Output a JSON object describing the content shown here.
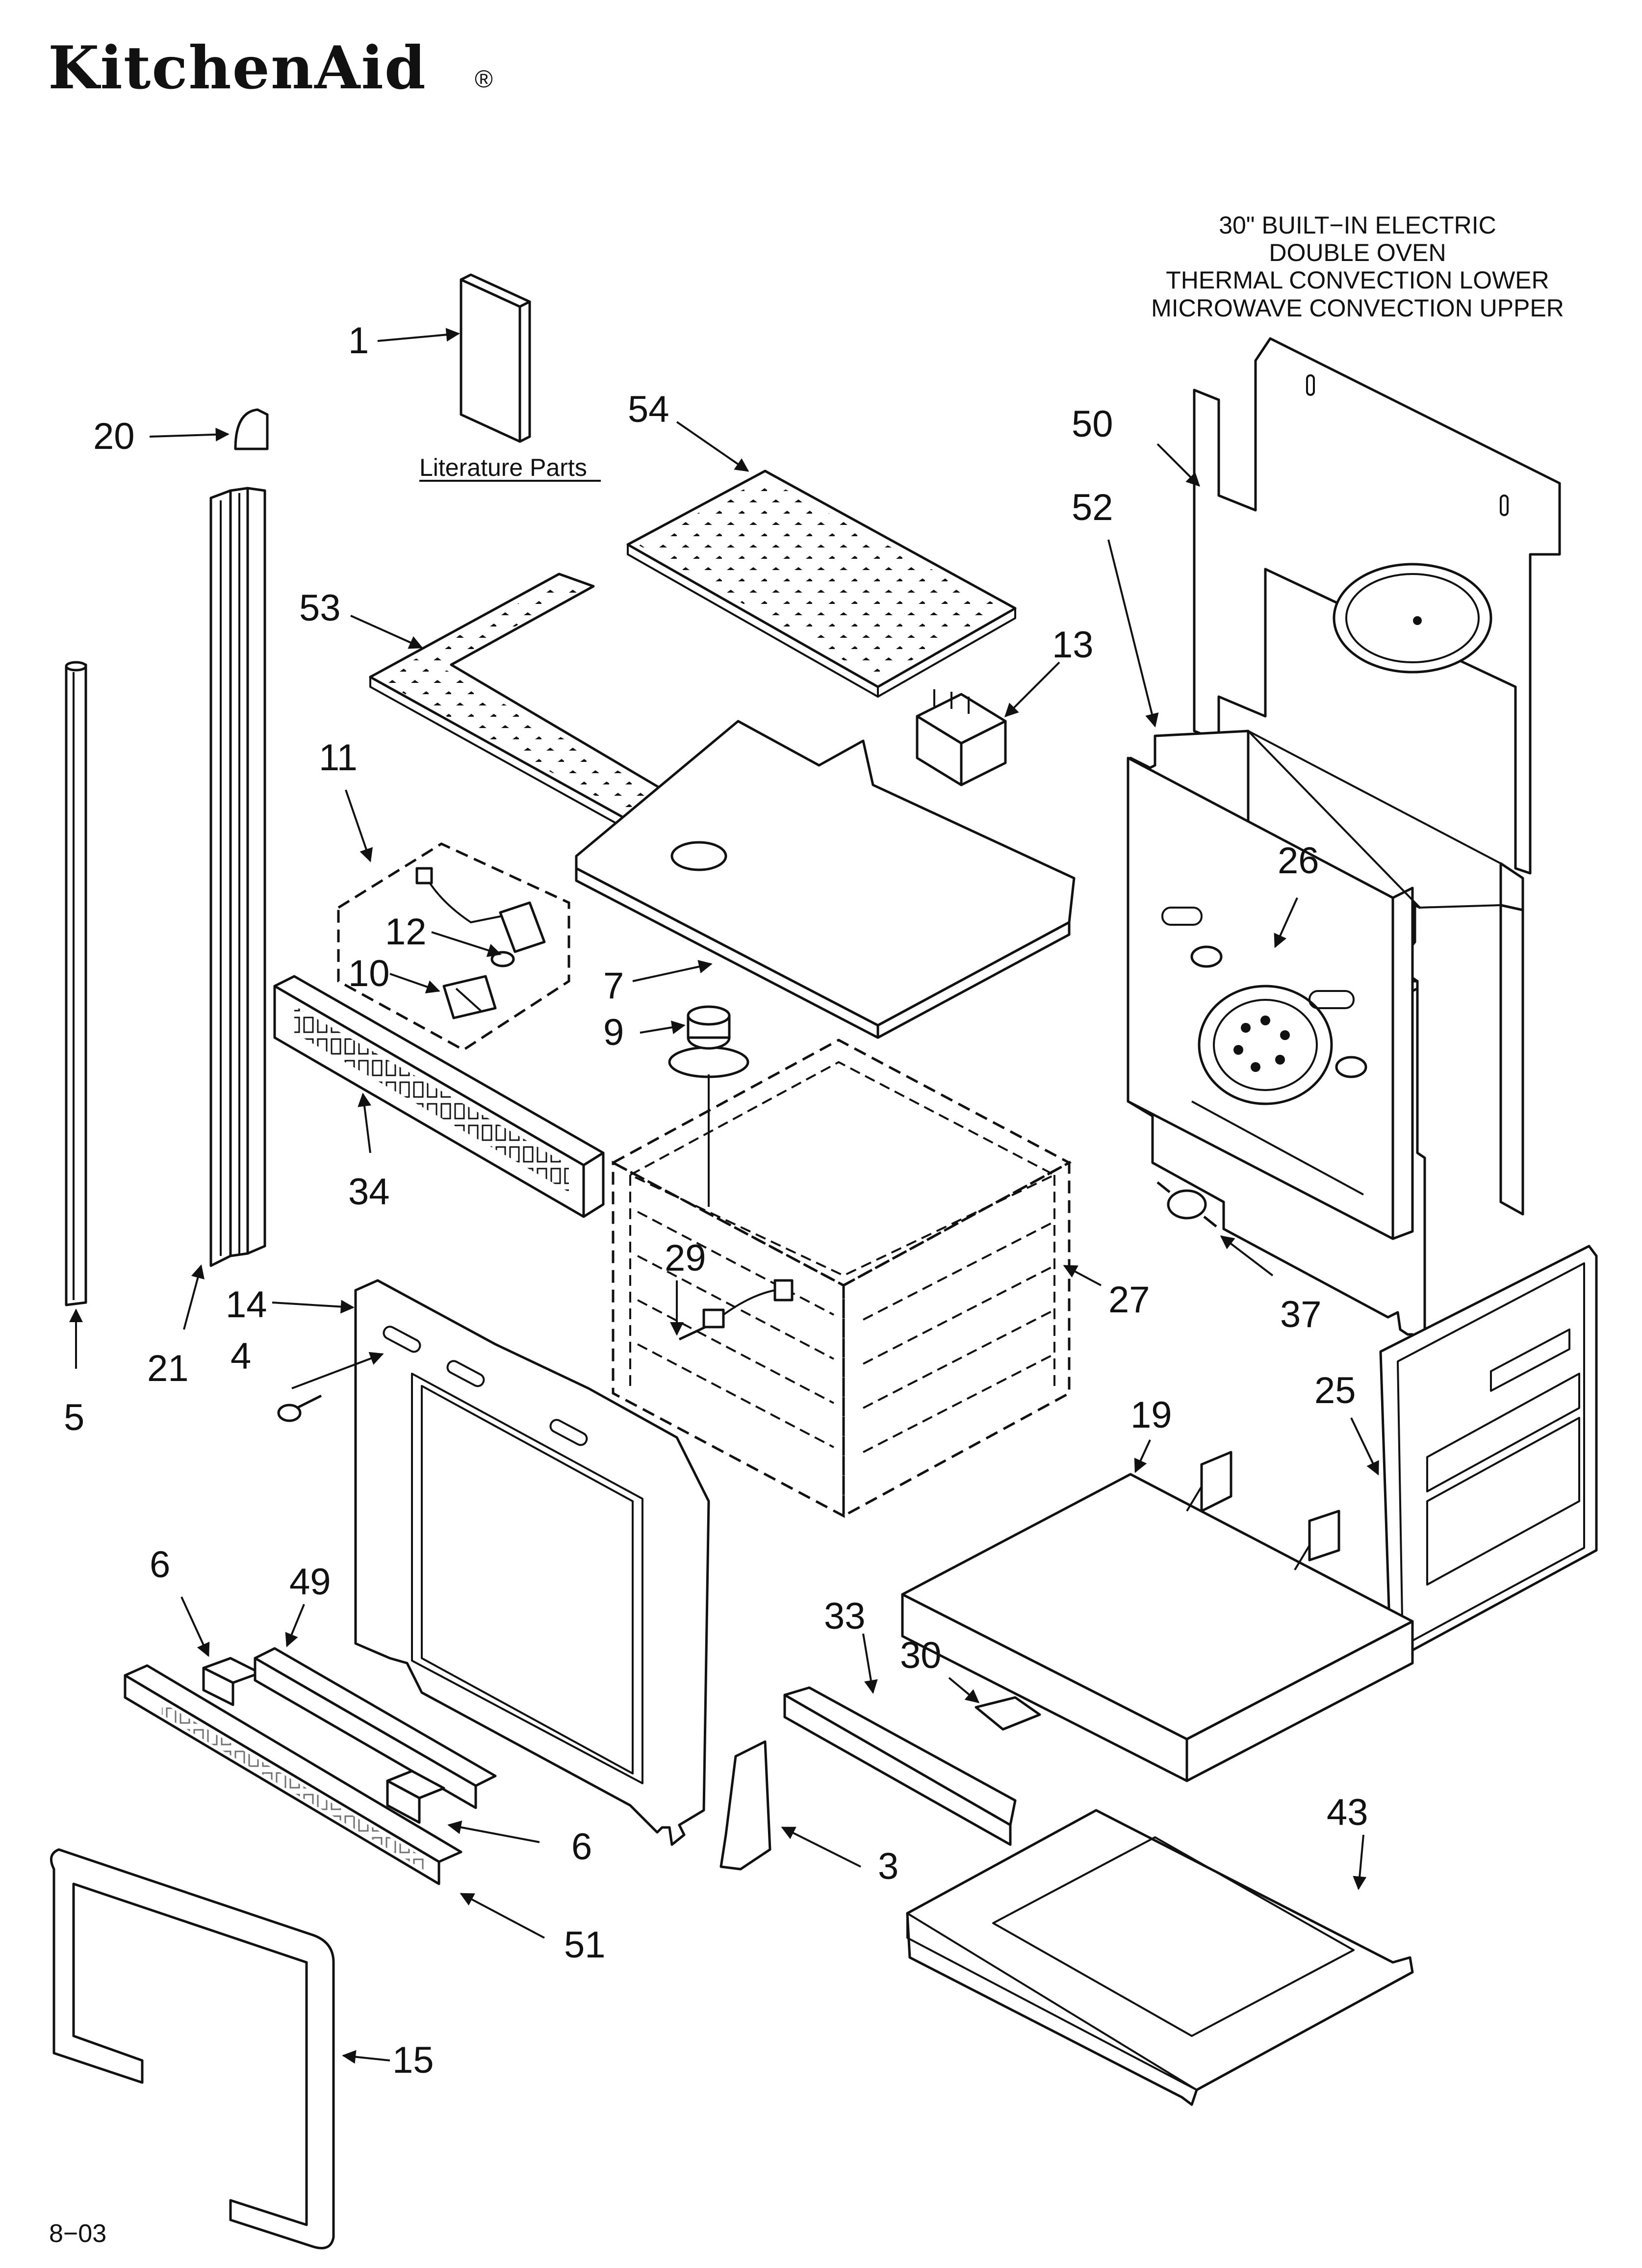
{
  "brand": "KitchenAid",
  "brand_mark": "®",
  "title_lines": [
    "30\" BUILT−IN ELECTRIC",
    "DOUBLE OVEN",
    "THERMAL CONVECTION LOWER",
    "MICROWAVE CONVECTION UPPER"
  ],
  "literature_label": "Literature Parts",
  "footer_code": "8−03",
  "callouts": {
    "c1": "1",
    "c20": "20",
    "c54": "54",
    "c50": "50",
    "c52": "52",
    "c53": "53",
    "c13": "13",
    "c11": "11",
    "c12": "12",
    "c10": "10",
    "c7": "7",
    "c26": "26",
    "c9": "9",
    "c34": "34",
    "c29": "29",
    "c27": "27",
    "c37": "37",
    "c14": "14",
    "c21": "21",
    "c4": "4",
    "c5": "5",
    "c19": "19",
    "c25": "25",
    "c6a": "6",
    "c49": "49",
    "c33": "33",
    "c30": "30",
    "c43": "43",
    "c6b": "6",
    "c3": "3",
    "c51": "51",
    "c15": "15"
  }
}
